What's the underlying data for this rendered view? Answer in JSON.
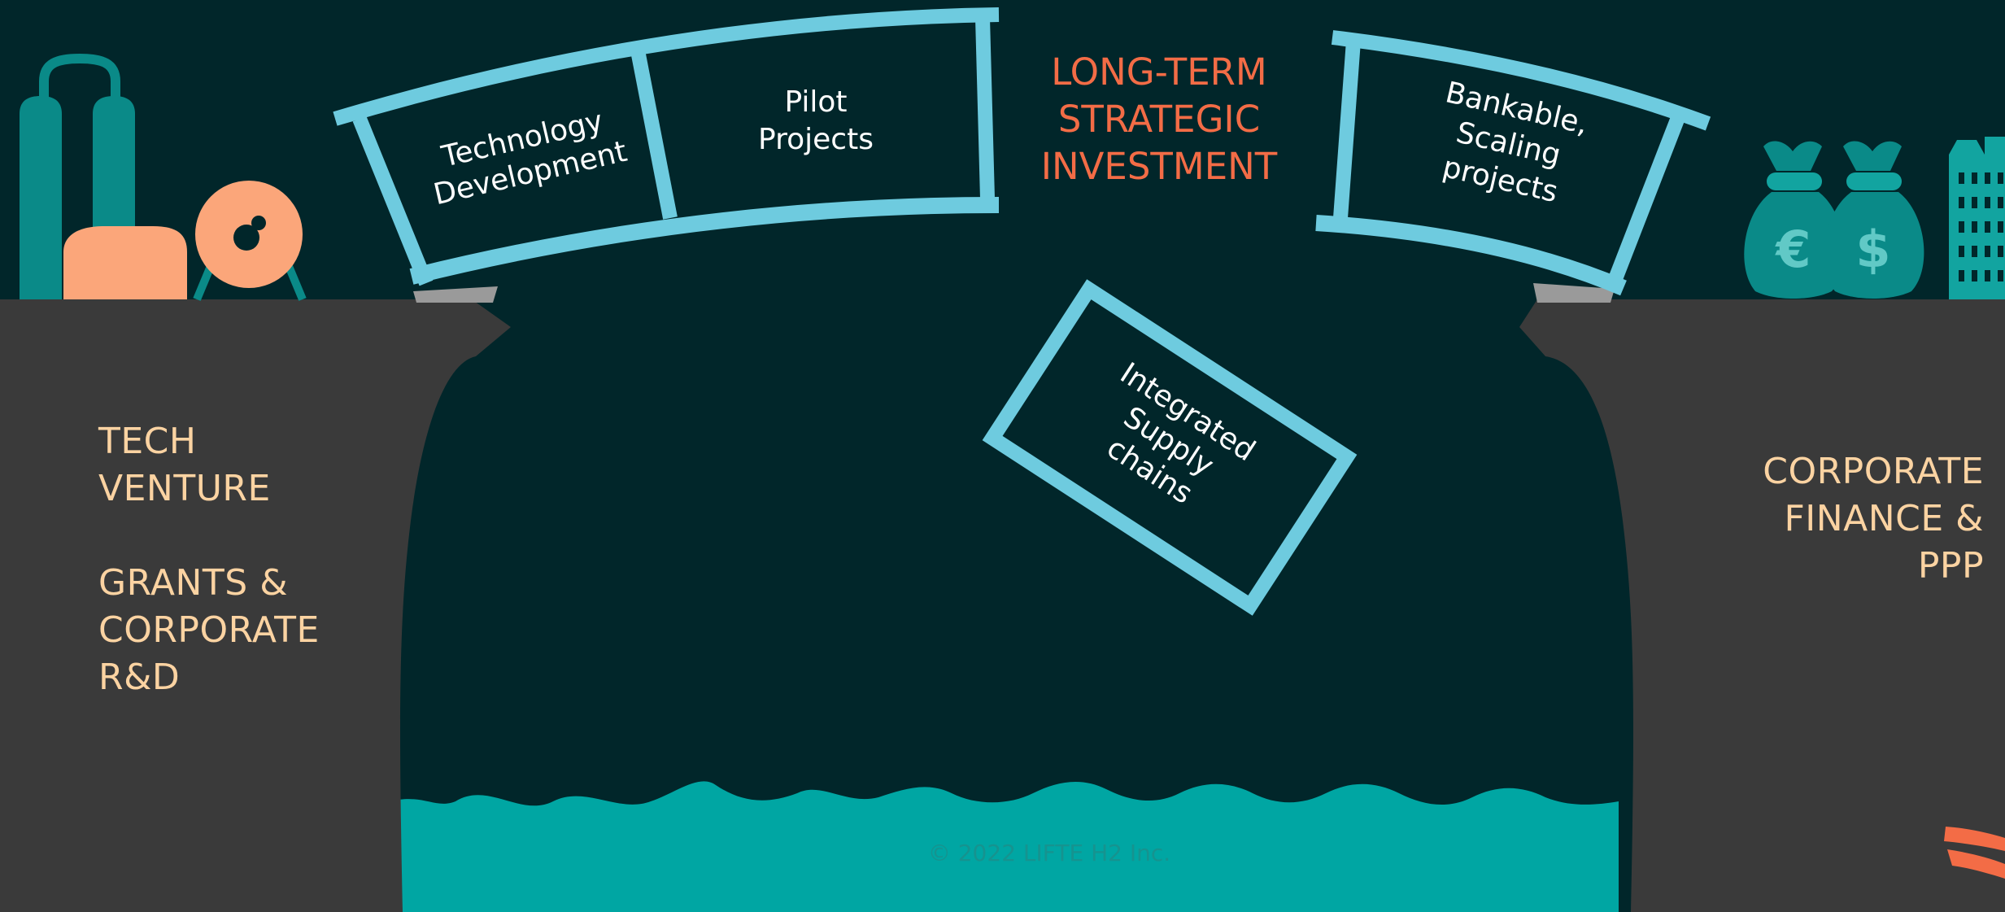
{
  "headline": {
    "lines": [
      "LONG-TERM",
      "STRATEGIC",
      "INVESTMENT"
    ]
  },
  "left_cliff": {
    "group_1": [
      "TECH",
      "VENTURE"
    ],
    "group_2": [
      "GRANTS &",
      "CORPORATE",
      "R&D"
    ]
  },
  "right_cliff": {
    "lines": [
      "CORPORATE",
      "FINANCE &",
      "PPP"
    ]
  },
  "bridge_segments": {
    "technology": [
      "Technology",
      "Development"
    ],
    "pilot": [
      "Pilot",
      "Projects"
    ],
    "bankable": [
      "Bankable,",
      "Scaling",
      "projects"
    ],
    "falling": [
      "Integrated",
      "Supply",
      "chains"
    ]
  },
  "icons": {
    "left": [
      "tanks-icon",
      "industrial-tank-icon",
      "gauge-icon"
    ],
    "right": [
      "euro-money-bag-icon",
      "dollar-money-bag-icon",
      "office-building-icon",
      "brand-logo-icon"
    ]
  },
  "money_bags": {
    "euro_symbol": "€",
    "dollar_symbol": "$"
  },
  "colors": {
    "background": "#01262a",
    "cliff": "#3a3a3a",
    "water": "#00a6a3",
    "bridge": "#6ecbdf",
    "teal_icons": "#0a8a88",
    "peach": "#fba67a",
    "accent": "#f36c46",
    "label": "#fbd3a2"
  },
  "footer": {
    "copyright": "© 2022 LIFTE H2 Inc."
  }
}
